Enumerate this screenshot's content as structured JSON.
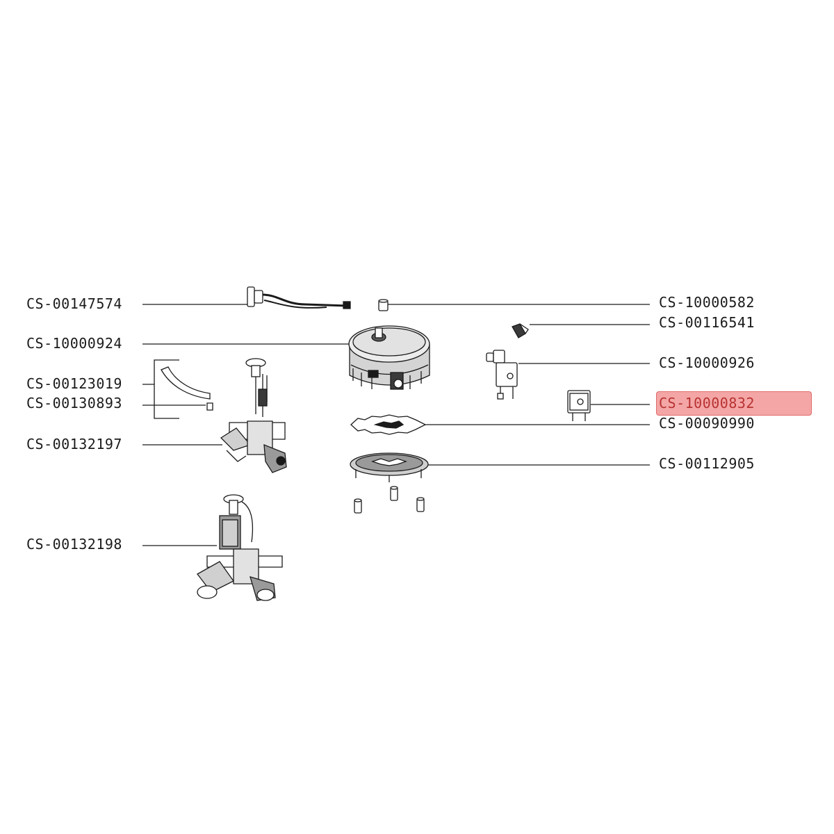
{
  "highlight_color": "#f4a6a6",
  "highlight_border": "#e06a6a",
  "line_color": "#1a1a1a",
  "parts": {
    "cs_00147574": "CS-00147574",
    "cs_10000924": "CS-10000924",
    "cs_00123019": "CS-00123019",
    "cs_00130893": "CS-00130893",
    "cs_00132197": "CS-00132197",
    "cs_00132198": "CS-00132198",
    "cs_10000582": "CS-10000582",
    "cs_00116541": "CS-00116541",
    "cs_10000926": "CS-10000926",
    "cs_10000832": "CS-10000832",
    "cs_00090990": "CS-00090990",
    "cs_00112905": "CS-00112905"
  },
  "highlighted_part": "CS-10000832"
}
